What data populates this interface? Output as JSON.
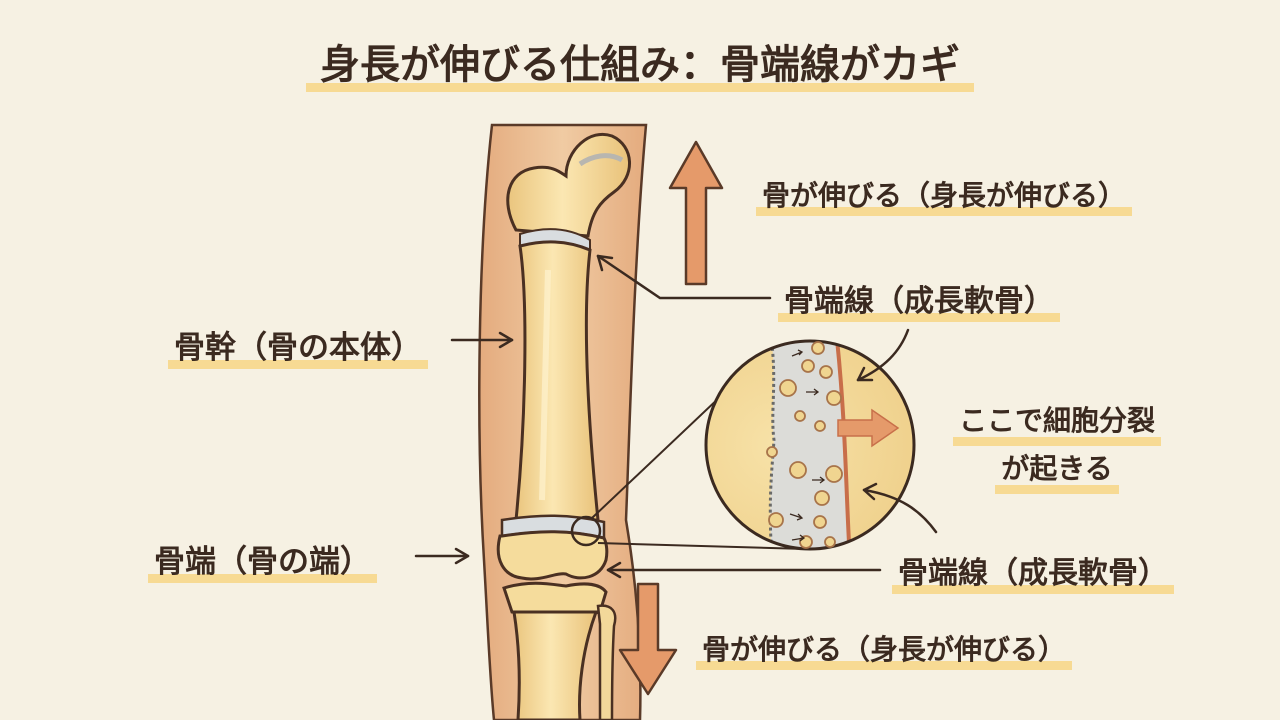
{
  "title": "身長が伸びる仕組み：骨端線がカギ",
  "labels": {
    "bone_grows_up": "骨が伸びる（身長が伸びる）",
    "physis_top": "骨端線（成長軟骨）",
    "diaphysis": "骨幹（骨の本体）",
    "division_line1": "ここで細胞分裂",
    "division_line2": "が起きる",
    "epiphysis": "骨端（骨の端）",
    "physis_bottom": "骨端線（成長軟骨）",
    "bone_grows_down": "骨が伸びる（身長が伸びる）"
  },
  "colors": {
    "background": "#f6f1e3",
    "ink": "#3b2a20",
    "bone": "#f5dc9c",
    "cartilage": "#d9dde0",
    "leg_skin": "#e9bd92",
    "arrow_orange": "#e59a6a",
    "highlight": "#f7d278"
  }
}
